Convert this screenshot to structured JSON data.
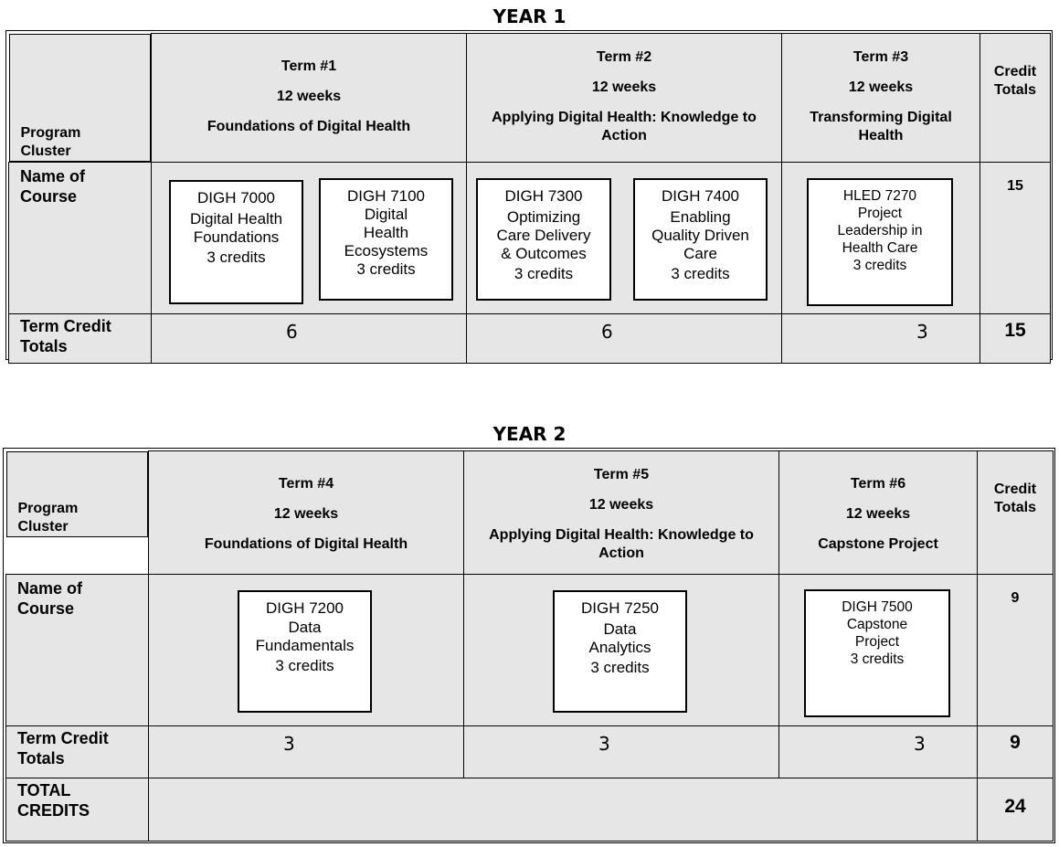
{
  "row_labels": {
    "program_cluster": [
      "Program",
      "Cluster"
    ],
    "name_of_course": [
      "Name of",
      "Course"
    ],
    "term_credit_totals": [
      "Term Credit",
      "Totals"
    ],
    "total_credits": [
      "TOTAL",
      "CREDITS"
    ],
    "credit_totals": [
      "Credit",
      "Totals"
    ]
  },
  "year1": {
    "title": "YEAR 1",
    "terms": [
      {
        "term": "Term #1",
        "weeks": "12 weeks",
        "theme": [
          "Foundations of Digital Health"
        ]
      },
      {
        "term": "Term #2",
        "weeks": "12 weeks",
        "theme": [
          "Applying Digital Health: Knowledge to",
          "Action"
        ]
      },
      {
        "term": "Term #3",
        "weeks": "12 weeks",
        "theme": [
          "Transforming Digital",
          "Health"
        ]
      }
    ],
    "courses": [
      [
        "DIGH 7000",
        "Digital Health",
        "Foundations",
        "3 credits"
      ],
      [
        "DIGH 7100",
        "Digital",
        "Health",
        "Ecosystems",
        "3 credits"
      ],
      [
        "DIGH 7300",
        "Optimizing",
        "Care Delivery",
        "& Outcomes",
        "3 credits"
      ],
      [
        "DIGH 7400",
        "Enabling",
        "Quality Driven",
        "Care",
        "3 credits"
      ],
      [
        "HLED 7270",
        "Project",
        "Leadership in",
        "Health Care",
        "3 credits"
      ]
    ],
    "course_credit_total": "15",
    "term_totals": [
      "6",
      "6",
      "3"
    ],
    "year_total": "15"
  },
  "year2": {
    "title": "YEAR 2",
    "terms": [
      {
        "term": "Term #4",
        "weeks": "12 weeks",
        "theme": [
          "Foundations of Digital Health"
        ]
      },
      {
        "term": "Term #5",
        "weeks": "12 weeks",
        "theme": [
          "Applying Digital Health: Knowledge to",
          "Action"
        ]
      },
      {
        "term": "Term #6",
        "weeks": "12 weeks",
        "theme": [
          "Capstone Project"
        ]
      }
    ],
    "courses": [
      [
        "DIGH 7200",
        "Data",
        "Fundamentals",
        "3 credits"
      ],
      [
        "DIGH 7250",
        "Data",
        "Analytics",
        "3 credits"
      ],
      [
        "DIGH 7500",
        "Capstone",
        "Project",
        "3 credits"
      ]
    ],
    "course_credit_total": "9",
    "term_totals": [
      "3",
      "3",
      "3"
    ],
    "year_total": "9",
    "grand_total": "24"
  }
}
